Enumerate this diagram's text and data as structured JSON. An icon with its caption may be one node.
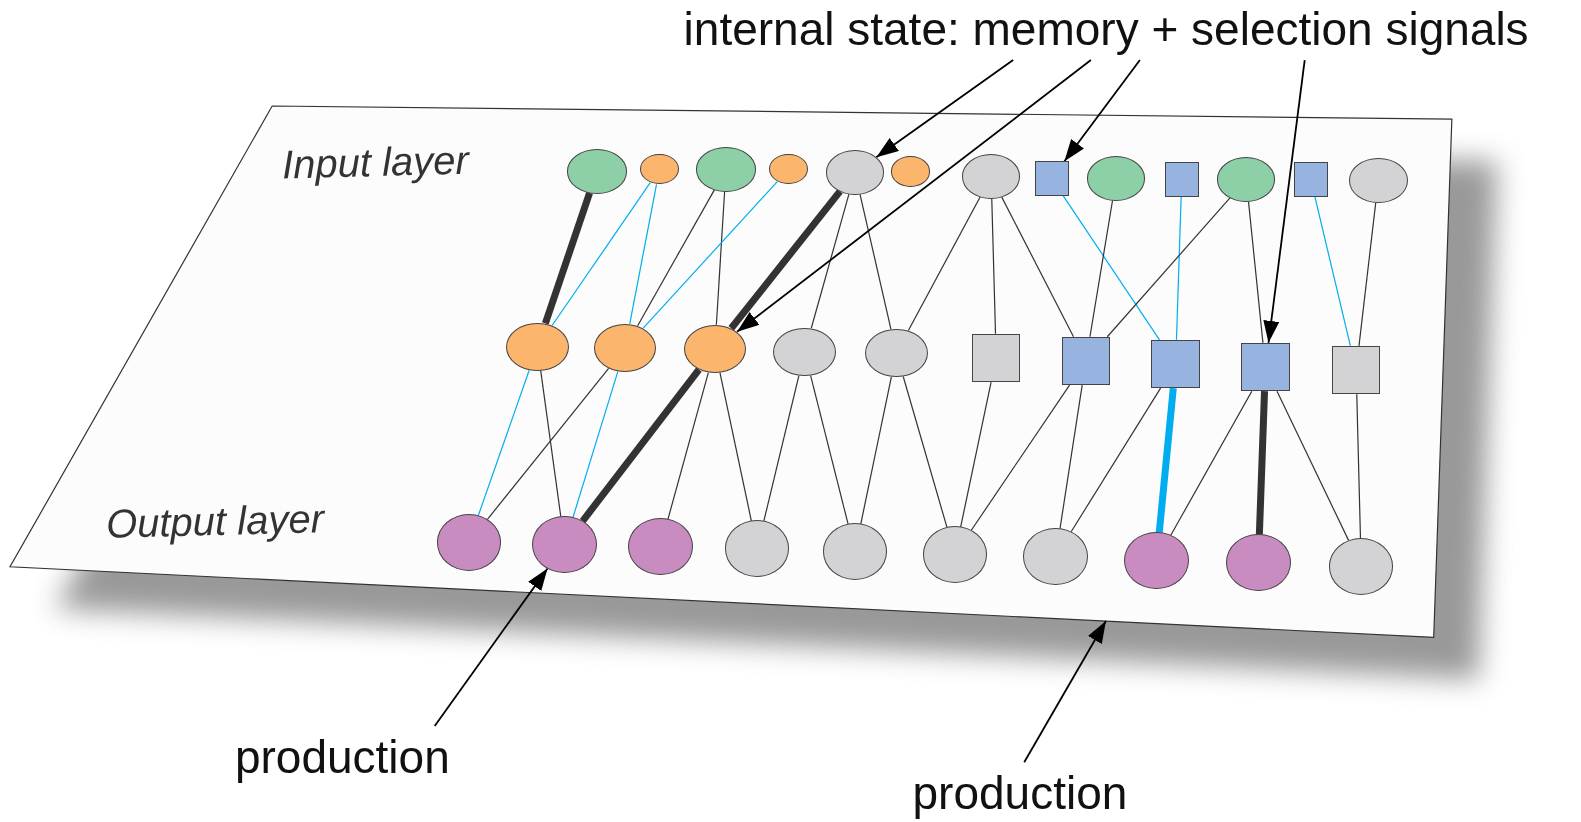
{
  "diagram": {
    "nodes": [
      {
        "text": [
          "internal state: memory + selection signals"
        ]
      },
      {
        "text": [
          "Input layer",
          "Output layer"
        ]
      },
      {
        "text": [],
        "shape": "circle",
        "in": 1
      },
      {
        "text": [],
        "shape": "circle",
        "in": 1
      },
      {
        "text": [],
        "shape": "circle",
        "in": 1
      },
      {
        "text": [],
        "shape": "circle",
        "in": 1
      },
      {
        "text": [],
        "shape": "circle",
        "in": 1
      },
      {
        "text": [],
        "shape": "circle",
        "in": 1
      },
      {
        "text": [],
        "shape": "circle",
        "in": 1
      },
      {
        "text": [],
        "shape": "box",
        "in": 1
      },
      {
        "text": [],
        "shape": "circle",
        "in": 1
      },
      {
        "text": [],
        "shape": "box",
        "in": 1
      },
      {
        "text": [],
        "shape": "circle",
        "in": 1
      },
      {
        "text": [],
        "shape": "box",
        "in": 1
      },
      {
        "text": [],
        "shape": "circle",
        "in": 1
      },
      {
        "text": [],
        "shape": "circle",
        "in": 1
      },
      {
        "text": [],
        "shape": "circle",
        "in": 1
      },
      {
        "text": [],
        "shape": "circle",
        "in": 1
      },
      {
        "text": [],
        "shape": "circle",
        "in": 1
      },
      {
        "text": [],
        "shape": "circle",
        "in": 1
      },
      {
        "text": [],
        "shape": "box",
        "in": 1
      },
      {
        "text": [],
        "shape": "box",
        "in": 1
      },
      {
        "text": [],
        "shape": "box",
        "in": 1
      },
      {
        "text": [],
        "shape": "box",
        "in": 1
      },
      {
        "text": [],
        "shape": "box",
        "in": 1
      },
      {
        "text": [],
        "shape": "circle",
        "in": 1
      },
      {
        "text": [],
        "shape": "circle",
        "in": 1
      },
      {
        "text": [],
        "shape": "circle",
        "in": 1
      },
      {
        "text": [],
        "shape": "circle",
        "in": 1
      },
      {
        "text": [],
        "shape": "circle",
        "in": 1
      },
      {
        "text": [],
        "shape": "circle",
        "in": 1
      },
      {
        "text": [],
        "shape": "circle",
        "in": 1
      },
      {
        "text": [],
        "shape": "circle",
        "in": 1
      },
      {
        "text": [],
        "shape": "circle",
        "in": 1
      },
      {
        "text": [],
        "shape": "circle",
        "in": 1
      },
      {
        "text": [
          "production"
        ]
      },
      {
        "text": [
          "production"
        ]
      }
    ],
    "edges": [
      {
        "from": 2,
        "to": 15,
        "arrow": "none",
        "style": "thick"
      },
      {
        "from": 3,
        "to": 15,
        "arrow": "none",
        "color": "#00aeef"
      },
      {
        "from": 3,
        "to": 16,
        "arrow": "none",
        "color": "#00aeef"
      },
      {
        "from": 4,
        "to": 16,
        "arrow": "none"
      },
      {
        "from": 4,
        "to": 17,
        "arrow": "none"
      },
      {
        "from": 5,
        "to": 16,
        "arrow": "none",
        "color": "#00aeef"
      },
      {
        "from": 6,
        "to": 17,
        "arrow": "none",
        "style": "thick"
      },
      {
        "from": 6,
        "to": 18,
        "arrow": "none"
      },
      {
        "from": 6,
        "to": 19,
        "arrow": "none"
      },
      {
        "from": 8,
        "to": 19,
        "arrow": "none"
      },
      {
        "from": 8,
        "to": 20,
        "arrow": "none"
      },
      {
        "from": 8,
        "to": 21,
        "arrow": "none"
      },
      {
        "from": 9,
        "to": 22,
        "arrow": "none",
        "color": "#00aeef"
      },
      {
        "from": 10,
        "to": 21,
        "arrow": "none"
      },
      {
        "from": 11,
        "to": 22,
        "arrow": "none",
        "color": "#00aeef"
      },
      {
        "from": 12,
        "to": 21,
        "arrow": "none"
      },
      {
        "from": 12,
        "to": 23,
        "arrow": "none"
      },
      {
        "from": 13,
        "to": 24,
        "arrow": "none",
        "color": "#00aeef"
      },
      {
        "from": 14,
        "to": 24,
        "arrow": "none"
      },
      {
        "from": 15,
        "to": 25,
        "arrow": "none",
        "color": "#00aeef"
      },
      {
        "from": 15,
        "to": 26,
        "arrow": "none"
      },
      {
        "from": 16,
        "to": 25,
        "arrow": "none"
      },
      {
        "from": 16,
        "to": 26,
        "arrow": "none",
        "color": "#00aeef"
      },
      {
        "from": 17,
        "to": 26,
        "arrow": "none",
        "style": "thick"
      },
      {
        "from": 17,
        "to": 27,
        "arrow": "none"
      },
      {
        "from": 17,
        "to": 28,
        "arrow": "none"
      },
      {
        "from": 18,
        "to": 28,
        "arrow": "none"
      },
      {
        "from": 18,
        "to": 29,
        "arrow": "none"
      },
      {
        "from": 19,
        "to": 29,
        "arrow": "none"
      },
      {
        "from": 19,
        "to": 30,
        "arrow": "none"
      },
      {
        "from": 20,
        "to": 30,
        "arrow": "none"
      },
      {
        "from": 21,
        "to": 30,
        "arrow": "none"
      },
      {
        "from": 21,
        "to": 31,
        "arrow": "none"
      },
      {
        "from": 22,
        "to": 31,
        "arrow": "none"
      },
      {
        "from": 22,
        "to": 32,
        "arrow": "none",
        "style": "thick",
        "color": "#00aeef"
      },
      {
        "from": 23,
        "to": 32,
        "arrow": "none"
      },
      {
        "from": 23,
        "to": 33,
        "arrow": "none",
        "style": "thick"
      },
      {
        "from": 23,
        "to": 34,
        "arrow": "none"
      },
      {
        "from": 24,
        "to": 34,
        "arrow": "none"
      },
      {
        "from": 0,
        "to": 6,
        "arrow": "to",
        "color": "#000000"
      },
      {
        "from": 0,
        "to": 17,
        "arrow": "to",
        "color": "#000000"
      },
      {
        "from": 0,
        "to": 9,
        "arrow": "to",
        "color": "#000000"
      },
      {
        "from": 0,
        "to": 23,
        "arrow": "to",
        "color": "#000000"
      },
      {
        "from": 35,
        "to": 26,
        "arrow": "to",
        "color": "#000000"
      },
      {
        "from": 36,
        "to": 1,
        "arrow": "to",
        "color": "#000000"
      }
    ]
  }
}
